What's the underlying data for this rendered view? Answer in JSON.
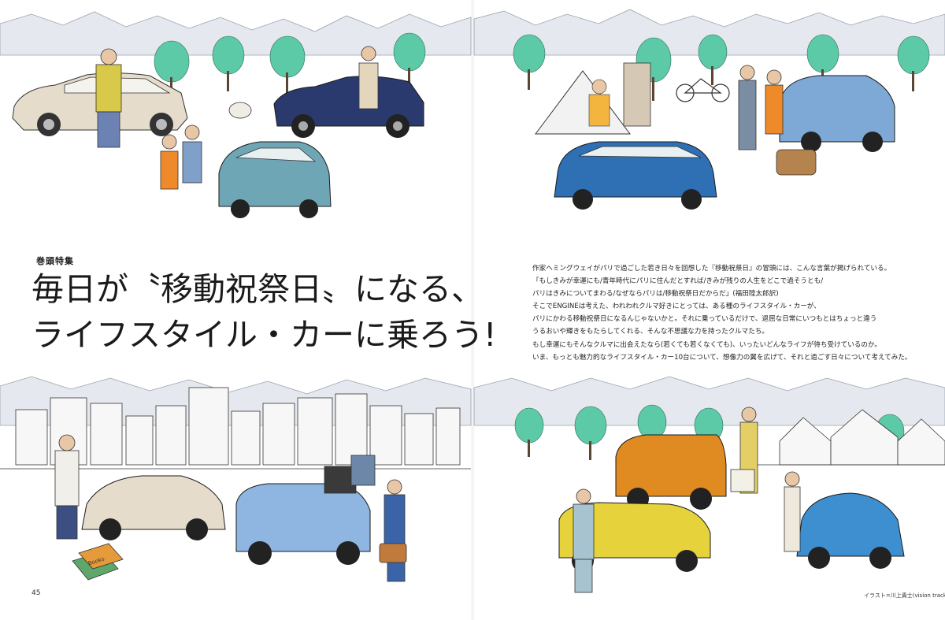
{
  "spread": {
    "kicker": "巻頭特集",
    "headline": {
      "line1": "毎日が〝移動祝祭日〟になる、",
      "line2": "ライフスタイル・カーに乗ろう!"
    },
    "lead": {
      "lines": [
        "作家ヘミングウェイがパリで過ごした若き日々を回想した『移動祝祭日』の冒頭には、こんな言葉が掲げられている。",
        "「もしきみが幸運にも/青年時代にパリに住んだとすれば/きみが残りの人生をどこで過そうとも/",
        "パリはきみについてまわる/なぜならパリは/移動祝祭日だからだ」(福田陸太郎訳)",
        "そこでENGINEは考えた、われわれクルマ好きにとっては、ある種のライフスタイル・カーが、",
        "パリにかわる移動祝祭日になるんじゃないかと。それに乗っているだけで、退屈な日常にいつもとはちょっと違う",
        "うるおいや輝きをもたらしてくれる、そんな不思議な力を持ったクルマたち。",
        "もし幸運にもそんなクルマに出会えたなら(若くても若くなくても)、いったいどんなライフが待ち受けているのか。",
        "いま、もっとも魅力的なライフスタイル・カー10台について、想像力の翼を広げて、それと過ごす日々について考えてみた。"
      ]
    },
    "page_number": "45",
    "credit": "イラスト=川上貴士(vision track)",
    "book_label": "Books",
    "colors": {
      "ink": "#1a1a1a",
      "mountain": "#dfe3ea",
      "tree": "#5cc9a7",
      "beige_car": "#e4d9c6",
      "navy_car": "#2b3a6e",
      "teal_car": "#6ea6b5",
      "blue_car": "#2f6fb3",
      "light_blue_car": "#7ea9d6",
      "orange_car": "#e08a22",
      "yellow_car": "#e6d23a",
      "dress_orange": "#ef8a2a"
    }
  }
}
